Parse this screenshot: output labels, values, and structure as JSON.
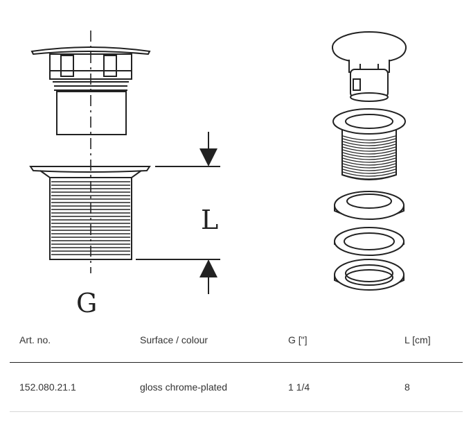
{
  "diagram": {
    "dimension_labels": {
      "length": "L",
      "thread": "G"
    }
  },
  "table": {
    "headers": [
      "Art. no.",
      "Surface / colour",
      "G [\"]",
      "L [cm]"
    ],
    "rows": [
      [
        "152.080.21.1",
        "gloss chrome-plated",
        "1 1/4",
        "8"
      ]
    ]
  }
}
